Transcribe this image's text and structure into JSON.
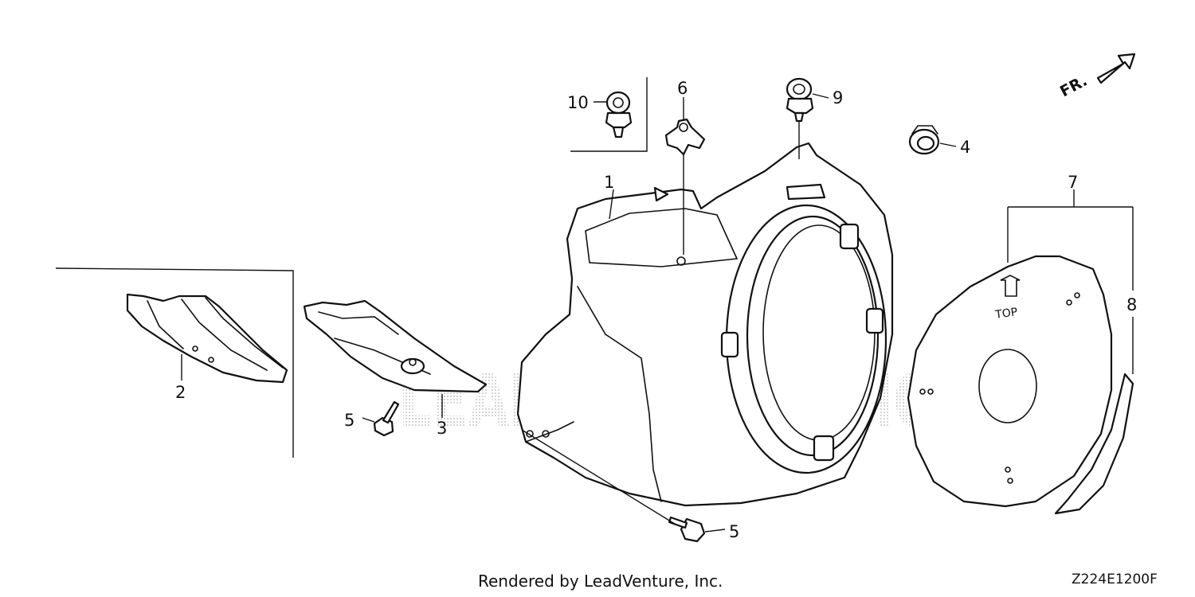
{
  "diagram": {
    "callouts": [
      {
        "id": "c1",
        "label": "1"
      },
      {
        "id": "c2",
        "label": "2"
      },
      {
        "id": "c3",
        "label": "3"
      },
      {
        "id": "c4",
        "label": "4"
      },
      {
        "id": "c5a",
        "label": "5"
      },
      {
        "id": "c5b",
        "label": "5"
      },
      {
        "id": "c6",
        "label": "6"
      },
      {
        "id": "c7",
        "label": "7"
      },
      {
        "id": "c8",
        "label": "8"
      },
      {
        "id": "c9",
        "label": "9"
      },
      {
        "id": "c10",
        "label": "10"
      }
    ],
    "direction_label": "FR.",
    "plate_label": "TOP",
    "watermark_text": "LEADVENTURE HONDA"
  },
  "footer": {
    "credit": "Rendered by LeadVenture, Inc.",
    "diagram_code": "Z224E1200F"
  }
}
